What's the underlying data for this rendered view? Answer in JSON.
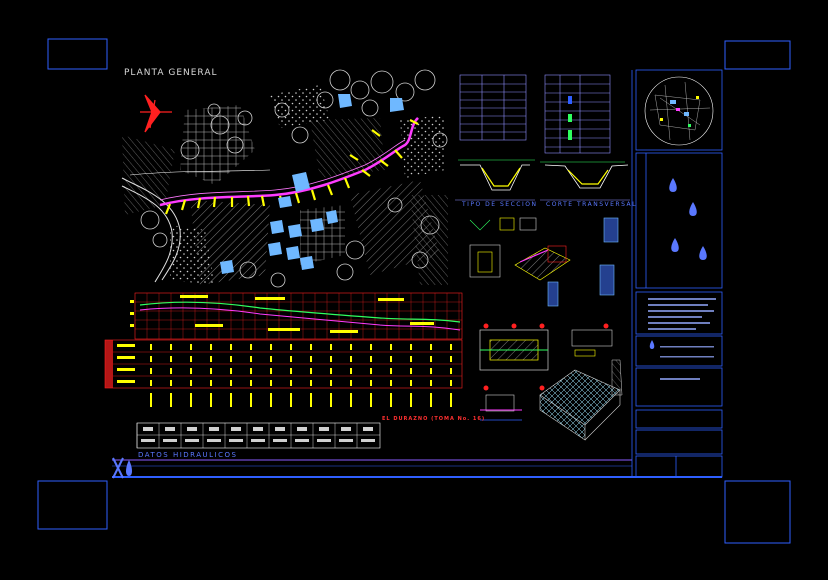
{
  "sheet": {
    "title_plan": "PLANTA GENERAL",
    "label_section": "TIPO DE SECCION",
    "label_cross_section": "CORTE TRANSVERSAL",
    "label_hydraulic": "DATOS HIDRAULICOS",
    "label_profile_note": "EL DURAZNO (TOMA No. 16)"
  },
  "colors": {
    "background": "#000000",
    "frame_blue": "#2f5fff",
    "route_magenta": "#ff3cff",
    "marker_yellow": "#ffff00",
    "grid_red": "#ff2020",
    "building_blue": "#6fb8ff"
  },
  "icons": {
    "north_arrow": "north-arrow-icon",
    "water_drop": "water-drop-icon",
    "logo": "logo-icon"
  }
}
